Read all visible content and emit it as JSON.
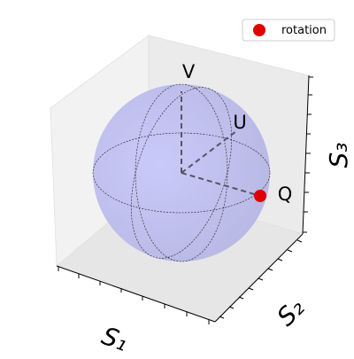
{
  "chart_data": {
    "type": "scatter",
    "projection": "3d",
    "xlabel": "S₁",
    "ylabel": "S₂",
    "zlabel": "S₃",
    "xlim": [
      -1,
      1
    ],
    "ylim": [
      -1,
      1
    ],
    "zlim": [
      -1,
      1
    ],
    "grid": false,
    "legend_position": "top-right",
    "sphere": {
      "radius": 1,
      "fill_color": "#b9b9ff"
    },
    "axis_labels": [
      {
        "name": "U",
        "point": [
          0,
          1,
          0
        ]
      },
      {
        "name": "V",
        "point": [
          0,
          0,
          1
        ]
      },
      {
        "name": "Q",
        "point": [
          1,
          0,
          0
        ]
      }
    ],
    "series": [
      {
        "name": "rotation",
        "color": "#e00000",
        "points": [
          [
            1,
            0,
            0
          ]
        ]
      }
    ]
  }
}
